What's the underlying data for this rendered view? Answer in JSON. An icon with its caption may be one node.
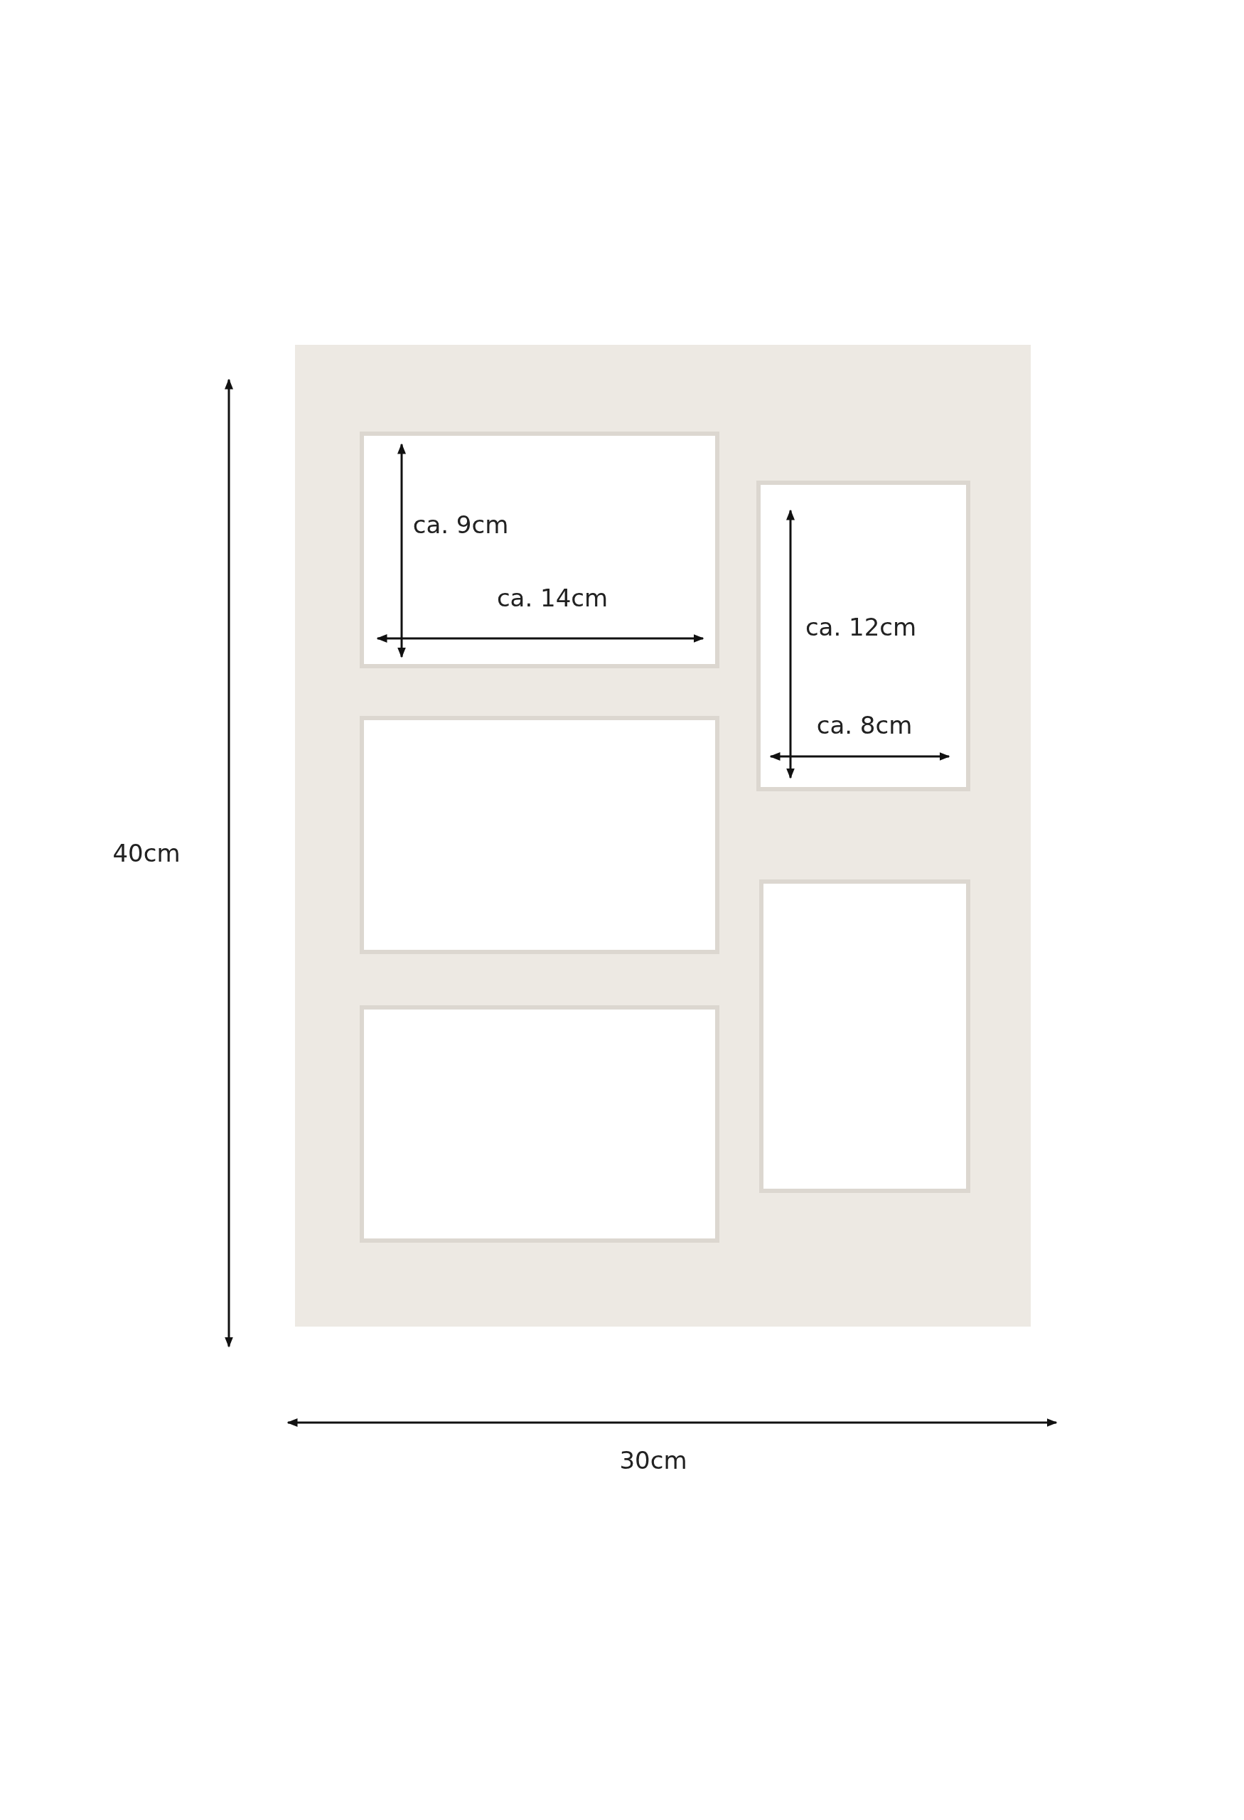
{
  "diagram": {
    "labels": [
      "ca. 9cm",
      "ca. 14cm",
      "ca. 12cm",
      "ca. 8cm",
      "40cm",
      "30cm"
    ]
  }
}
